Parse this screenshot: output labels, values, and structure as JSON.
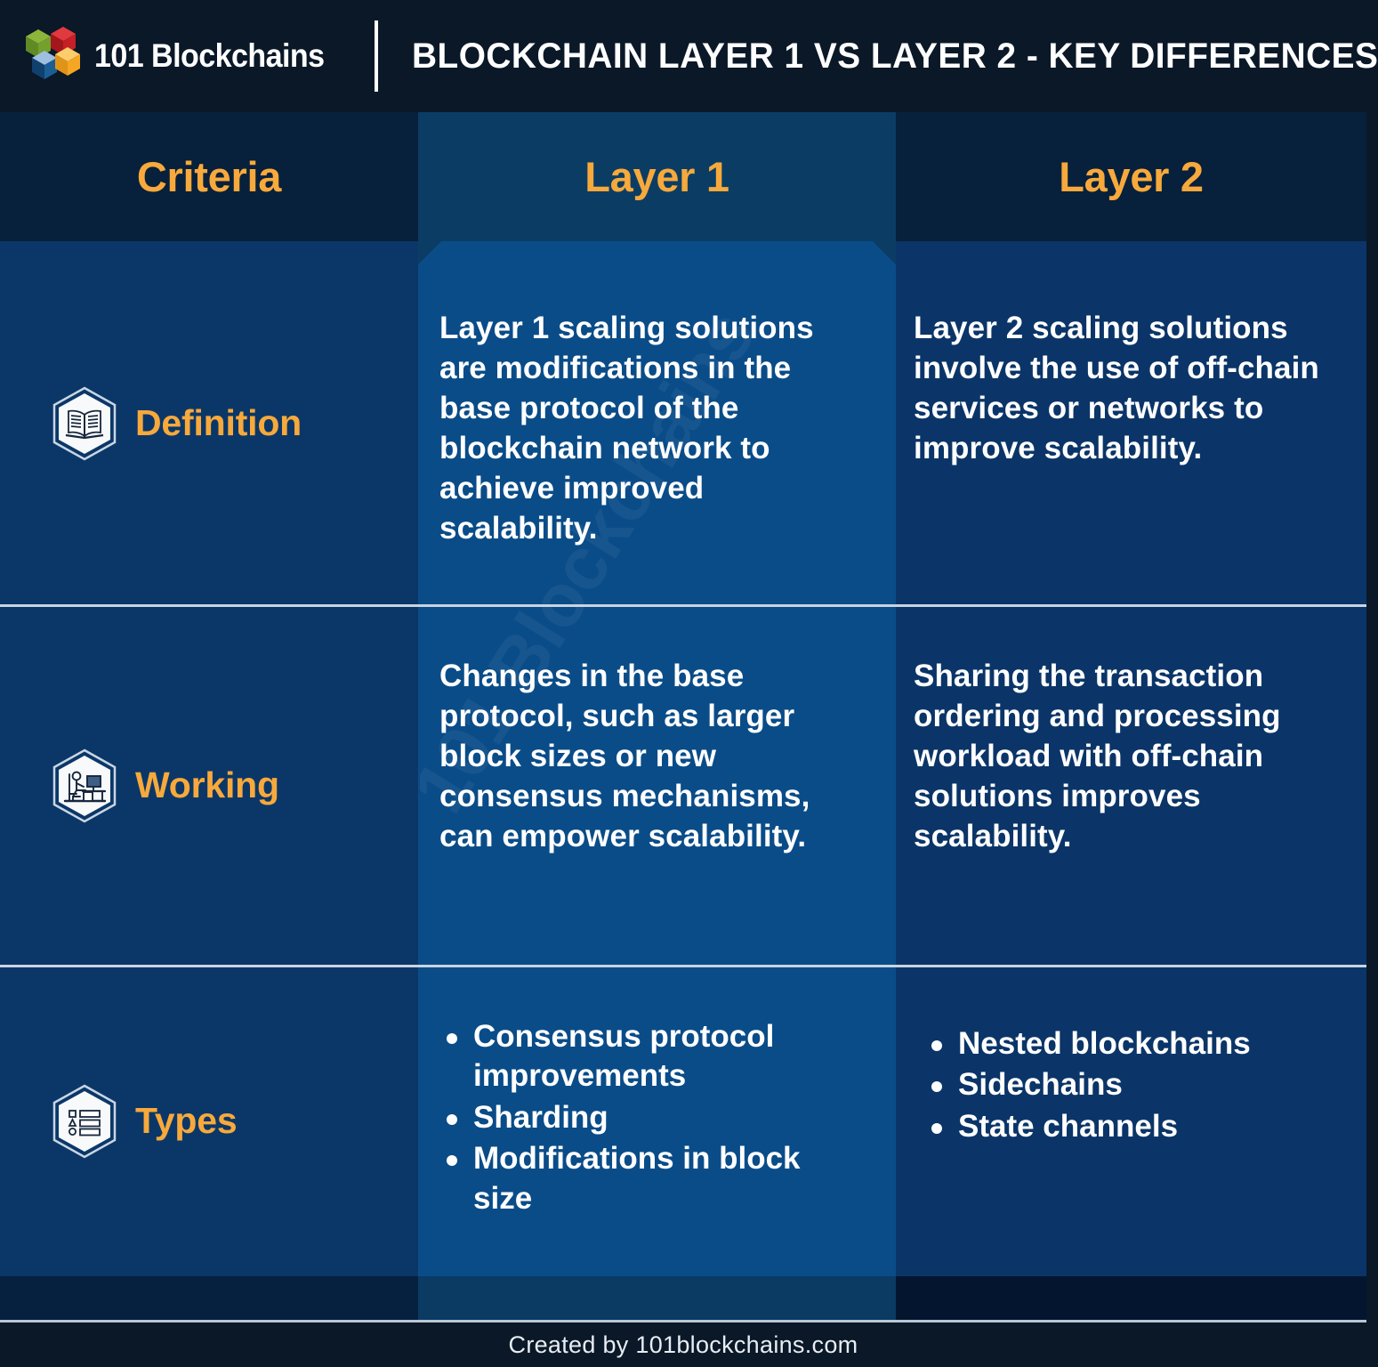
{
  "brand": {
    "name": "101 Blockchains",
    "logo_icon": "cubes-logo-icon",
    "logo_colors": {
      "green": "#7fa829",
      "red": "#cc2026",
      "blue": "#1c5d95",
      "orange": "#f5a623"
    }
  },
  "header": {
    "title": "BLOCKCHAIN LAYER 1 VS LAYER 2 - KEY DIFFERENCES",
    "accent_color": "#f7a93b"
  },
  "watermark": "101 Blockchains",
  "table": {
    "columns": [
      {
        "key": "criteria",
        "label": "Criteria"
      },
      {
        "key": "layer1",
        "label": "Layer 1"
      },
      {
        "key": "layer2",
        "label": "Layer 2"
      }
    ],
    "rows": [
      {
        "criteria": "Definition",
        "icon": "open-book-icon",
        "layer1": "Layer 1 scaling solutions are modifications in the base protocol of the blockchain network to achieve improved scalability.",
        "layer2": "Layer 2 scaling solutions involve the use of off-chain services or networks to improve scalability."
      },
      {
        "criteria": "Working",
        "icon": "person-at-desk-icon",
        "layer1": "Changes in the base protocol, such as larger block sizes or new consensus mechanisms, can empower scalability.",
        "layer2": "Sharing the transaction ordering and processing workload with off-chain solutions improves scalability."
      },
      {
        "criteria": "Types",
        "icon": "bulleted-list-icon",
        "layer1_bullets": [
          "Consensus protocol improvements",
          "Sharding",
          "Modifications in block size"
        ],
        "layer2_bullets": [
          "Nested blockchains",
          "Sidechains",
          "State channels"
        ]
      }
    ]
  },
  "footer": {
    "text": "Created by 101blockchains.com"
  },
  "colors": {
    "page_background": "#0a1828",
    "header_band": "#07203c",
    "criteria_column": "#0b3768",
    "layer1_column": "#0a4c88",
    "layer2_column": "#0b3568",
    "accent": "#f7a93b",
    "text": "#ffffff",
    "divider": "#c9d4e0"
  }
}
